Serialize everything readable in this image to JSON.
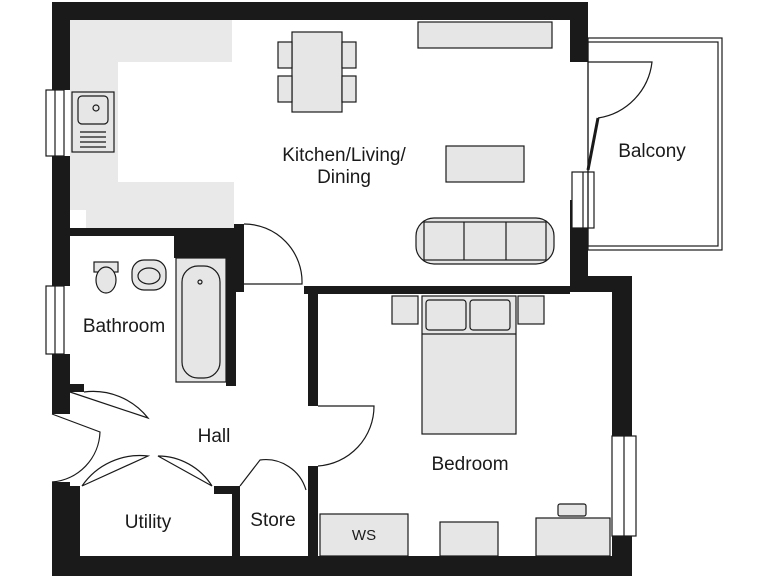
{
  "rooms": {
    "kitchen_line1": "Kitchen/Living/",
    "kitchen_line2": "Dining",
    "balcony": "Balcony",
    "bathroom": "Bathroom",
    "hall": "Hall",
    "bedroom": "Bedroom",
    "utility": "Utility",
    "store": "Store"
  },
  "furniture": {
    "workstation": "WS"
  }
}
